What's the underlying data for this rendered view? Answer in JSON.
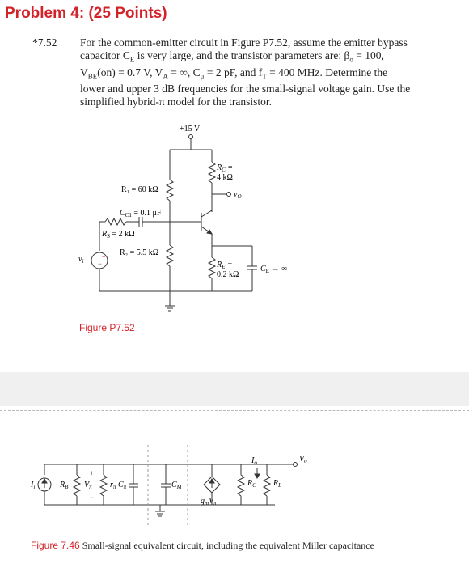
{
  "header": {
    "title": "Problem 4:  (25 Points)"
  },
  "problem": {
    "number": "*7.52",
    "line1": "For the common-emitter circuit in Figure P7.52, assume the emitter bypass",
    "line2": "capacitor C",
    "line2b": "E",
    "line2c": " is very large, and the transistor parameters are: β",
    "line2d": "o",
    "line2e": " = 100,",
    "line3": "V",
    "line3b": "BE",
    "line3c": "(on) = 0.7 V, V",
    "line3d": "A",
    "line3e": " = ∞, C",
    "line3f": "μ",
    "line3g": " = 2 pF, and f",
    "line3h": "T",
    "line3i": " = 400 MHz. Determine the",
    "line4": "lower and upper 3 dB frequencies for the small-signal voltage gain. Use the",
    "line5": "simplified hybrid-π model for the transistor."
  },
  "figure1": {
    "caption": "Figure P7.52",
    "vcc": "+15 V",
    "rc_label": "R",
    "rc_sub": "C",
    "rc_val": "4 kΩ",
    "r1": "R₁ = 60 kΩ",
    "r2": "R₂ = 5.5 kΩ",
    "cc1": "C",
    "cc1_sub": "C1",
    "cc1_val": " = 0.1 μF",
    "rs": "R",
    "rs_sub": "S",
    "rs_val": " = 2 kΩ",
    "re_label": "R",
    "re_sub": "E",
    "re_val": "0.2 kΩ",
    "ce": "C",
    "ce_sub": "E",
    "ce_arrow": " → ∞",
    "vo": "v",
    "vo_sub": "O",
    "vi": "v",
    "vi_sub": "i"
  },
  "figure2": {
    "caption_label": "Figure 7.46",
    "caption_text": "  Small-signal equivalent circuit, including the equivalent Miller capacitance",
    "ii": "I",
    "ii_sub": "i",
    "rb": "R",
    "rb_sub": "B",
    "vpi": "V",
    "vpi_sub": "π",
    "rpi": "r",
    "rpi_sub": "π",
    "cpi": "C",
    "cpi_sub": "π",
    "cm": "C",
    "cm_sub": "M",
    "gm": "g",
    "gm_sub": "m",
    "gm_v": "V",
    "gm_vsub": "π",
    "io": "I",
    "io_sub": "o",
    "rc": "R",
    "rc_sub": "C",
    "rl": "R",
    "rl_sub": "L",
    "vo": "V",
    "vo_sub": "o"
  }
}
